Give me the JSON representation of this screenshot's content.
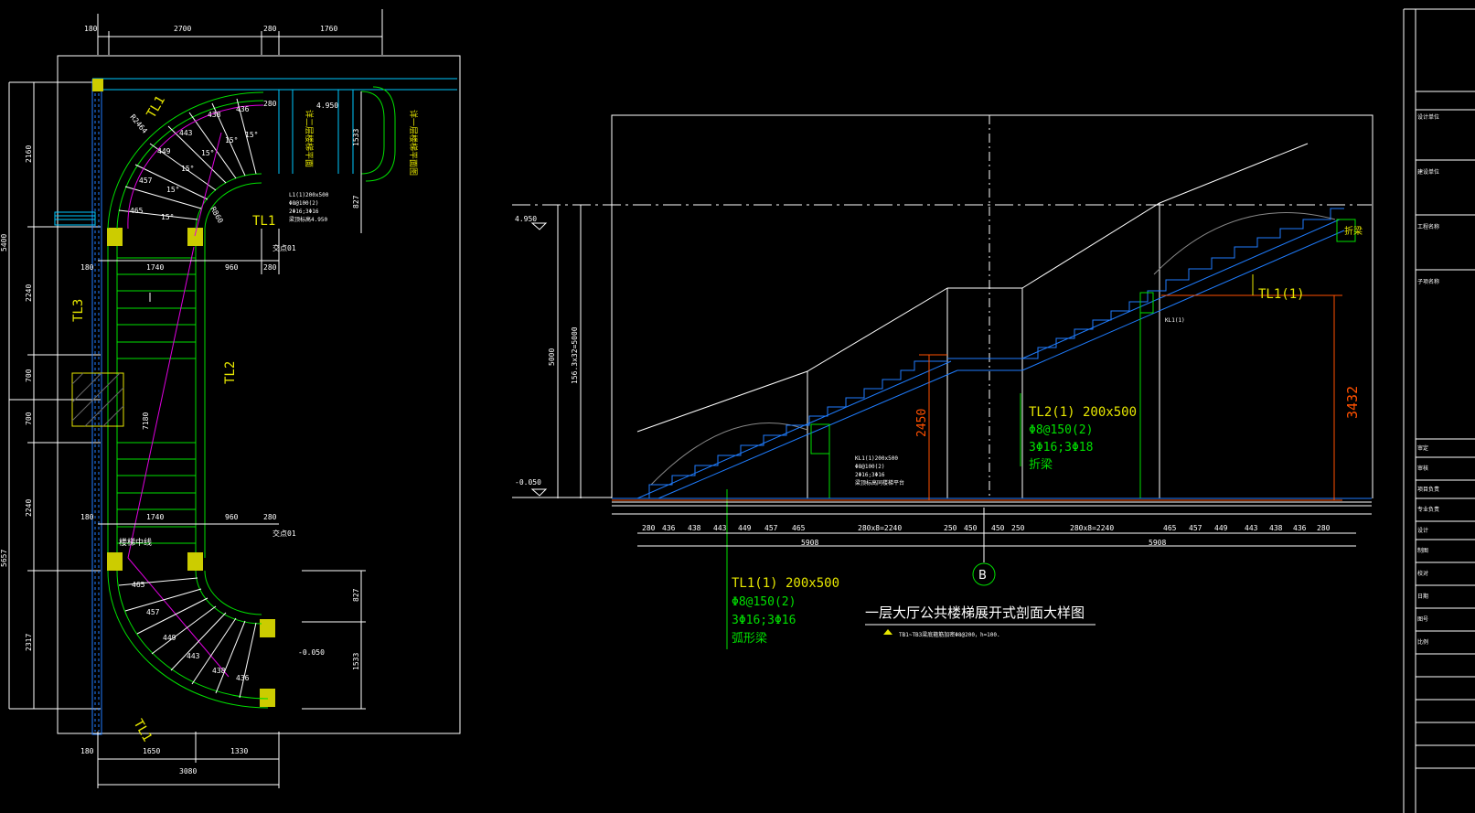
{
  "colors": {
    "background": "#000000",
    "white": "#ffffff",
    "green": "#00e000",
    "yellow": "#e6e600",
    "blue": "#1f7dff",
    "cyan": "#00c8ff",
    "magenta": "#e000e0",
    "orange": "#ff5000",
    "column_fill": "#cccc00"
  },
  "plan": {
    "top_dims": [
      "180",
      "2700",
      "280",
      "1760"
    ],
    "bottom_dims": [
      "180",
      "1650",
      "1330",
      "3080"
    ],
    "left_dims": [
      "2160",
      "5400",
      "2240",
      "700",
      "700",
      "2240",
      "5657",
      "2317"
    ],
    "right_dims": [
      "827",
      "1533",
      "827",
      "1533"
    ],
    "upper_dims": [
      "180",
      "1740",
      "960",
      "280"
    ],
    "lower_dims": [
      "180",
      "1740",
      "960",
      "280"
    ],
    "beam_labels": [
      "TL1",
      "TL1",
      "TL3",
      "TL2",
      "TL1"
    ],
    "radius_label": "R2464",
    "radius_label_inner": "R860",
    "upper_tread_widths": [
      "465",
      "457",
      "449",
      "443",
      "438",
      "436",
      "280"
    ],
    "lower_tread_widths": [
      "465",
      "457",
      "449",
      "443",
      "438",
      "436"
    ],
    "angle_labels": [
      "15°",
      "15°",
      "15°",
      "15°",
      "15°",
      "15°"
    ],
    "intersect_label_top": "交点01",
    "intersect_label_bottom": "交点01",
    "handrail_label": "楼梯中线",
    "length_label": "7180",
    "elevation_top": "4.950",
    "elevation_bottom": "-0.050",
    "note_a": "详二层楼梯平面",
    "note_b": "详一层楼梯平面图",
    "beam_note": [
      "L1(1)200x500",
      "Φ8@100(2)",
      "2Φ16;3Φ16",
      "梁顶标高4.950"
    ]
  },
  "section": {
    "title": "一层大厅公共楼梯展开式剖面大样图",
    "note": "TB1~TB3梁底箍筋加密Φ8@200，h=100.",
    "elev_top": "4.950",
    "elev_bottom": "-0.050",
    "height_label": "5000",
    "height_label2": "156.3x32=5000",
    "tread_dims": [
      "280",
      "436",
      "438",
      "443",
      "449",
      "457",
      "465",
      "280x8=2240",
      "250",
      "450",
      "450",
      "250",
      "280x8=2240",
      "465",
      "457",
      "449",
      "443",
      "438",
      "436",
      "280"
    ],
    "span_dims": [
      "5908",
      "5908"
    ],
    "height_2450": "2450",
    "height_3432": "3432",
    "grid_label": "B",
    "tl1_top": "TL1(1)",
    "kl1_label": "KL1(1)",
    "tl2_lines": [
      "TL2(1) 200x500",
      "Φ8@150(2)",
      "3Φ16;3Φ18",
      "折梁"
    ],
    "tl1_lines": [
      "TL1(1) 200x500",
      "Φ8@150(2)",
      "3Φ16;3Φ16",
      "弧形梁"
    ],
    "small_beam": [
      "KL1(1)200x500",
      "Φ8@100(2)",
      "2Φ16;3Φ16",
      "梁顶标高同楼梯平台"
    ],
    "beam_tag_right": "折梁",
    "kl_tag": "KL1(1)"
  },
  "titleblock": {
    "cells": [
      "设计单位",
      "建设单位",
      "工程名称",
      "子项名称",
      "审定",
      "审核",
      "项目负责",
      "专业负责",
      "设计",
      "制图",
      "校对",
      "日期",
      "图号",
      "比例"
    ]
  }
}
